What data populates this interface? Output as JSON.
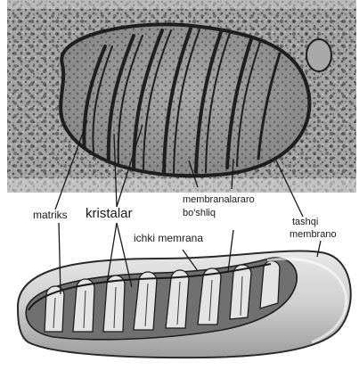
{
  "labels": {
    "matrix": "matriks",
    "cristae": "kristalar",
    "intermembrane_line1": "membranalararo",
    "intermembrane_line2": "bo'shliq",
    "inner_membrane": "ichki memrana",
    "outer_membrane_line1": "tashqi",
    "outer_membrane_line2": "membrano"
  }
}
